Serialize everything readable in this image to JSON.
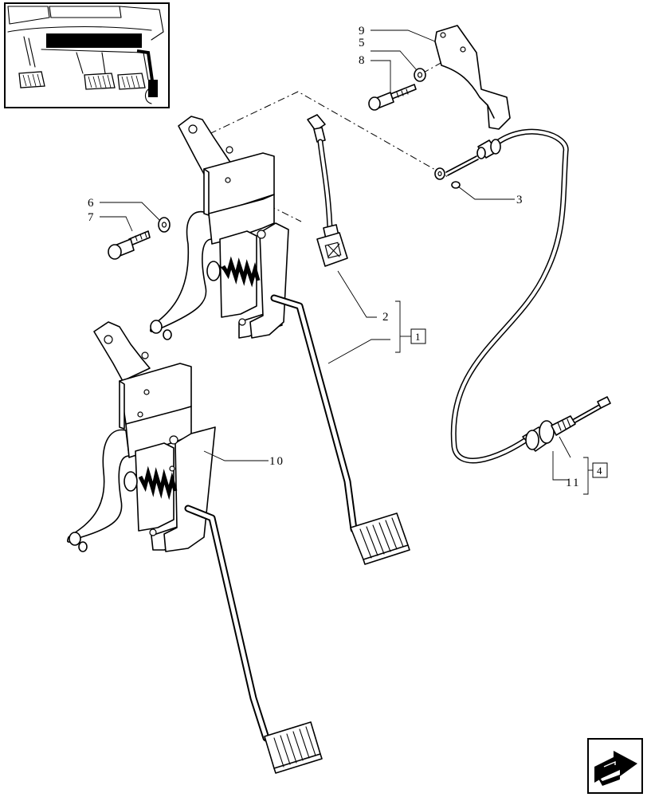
{
  "labels": {
    "l1": "1",
    "l2": "2",
    "l3": "3",
    "l4": "4",
    "l5": "5",
    "l6": "6",
    "l7": "7",
    "l8": "8",
    "l9": "9",
    "l10": "10",
    "l11": "11"
  },
  "icons": {
    "nav": "next-page-arrow-icon",
    "thumbnail": "cab-pedal-location-thumbnail"
  },
  "colors": {
    "line": "#000000",
    "background": "#ffffff"
  }
}
